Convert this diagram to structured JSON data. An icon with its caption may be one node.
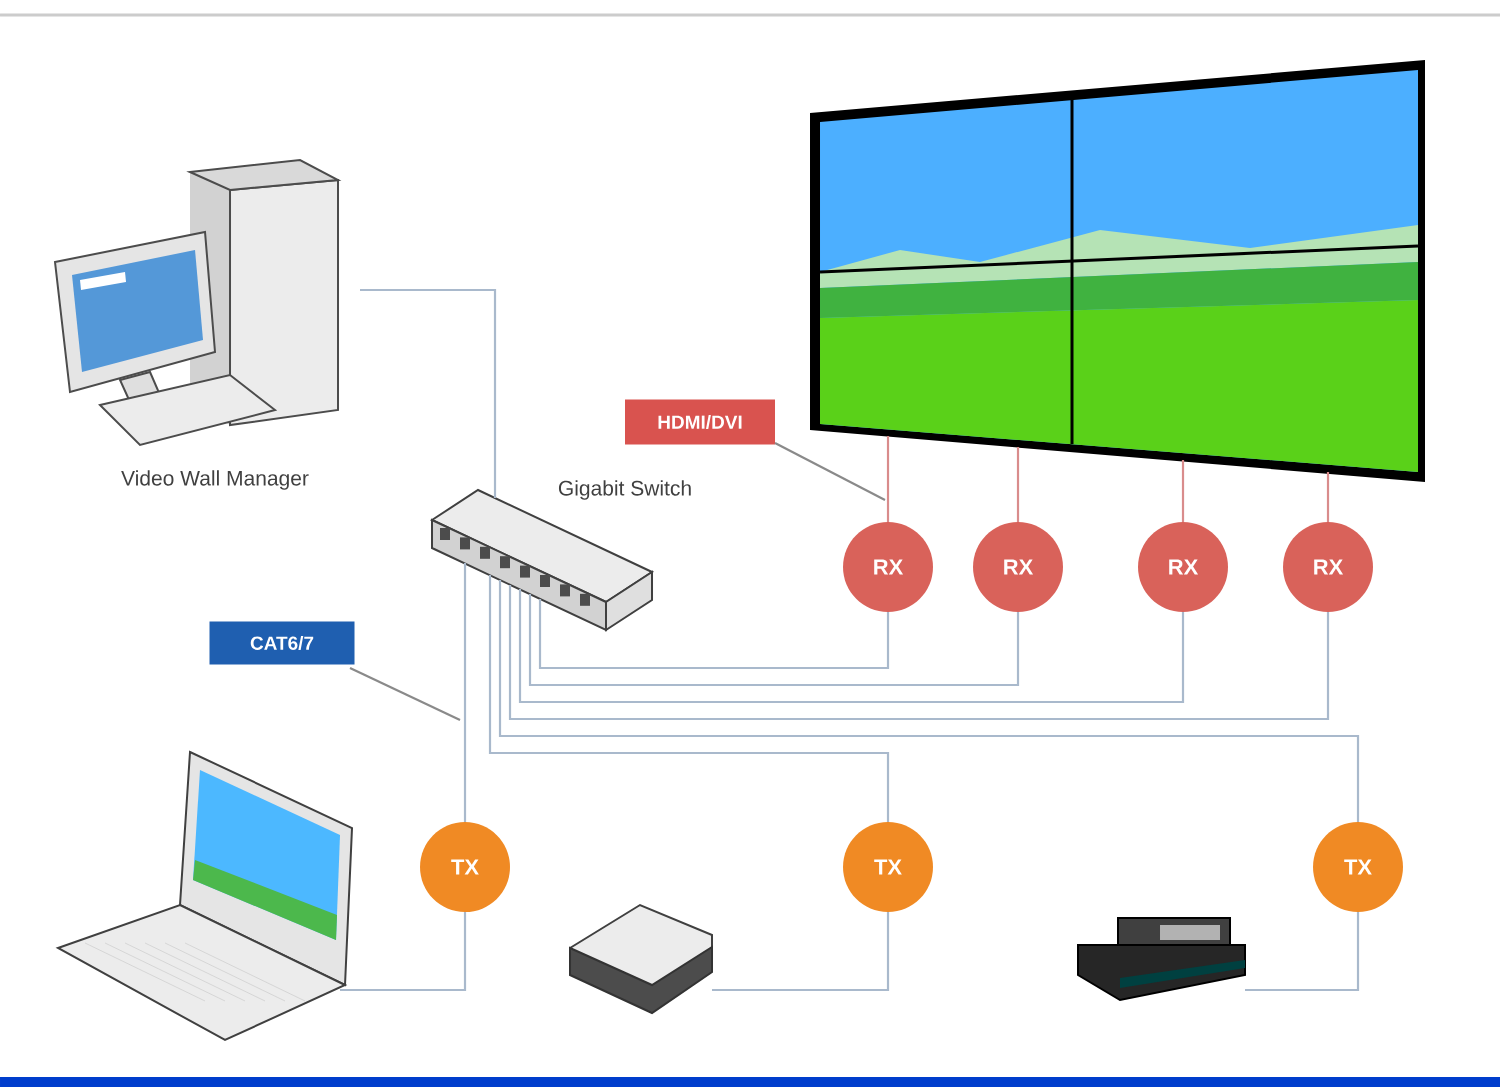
{
  "diagram": {
    "nodes": [
      {
        "text": [],
        "shape": "picture",
        "beside": [
          "Video Wall Manager"
        ]
      },
      {
        "text": [],
        "shape": "picture",
        "beside": [
          "Gigabit Switch"
        ]
      },
      {
        "text": [],
        "shape": "picture"
      },
      {
        "text": [
          "RX"
        ]
      },
      {
        "text": [
          "RX"
        ]
      },
      {
        "text": [
          "RX"
        ]
      },
      {
        "text": [
          "RX"
        ]
      },
      {
        "text": [
          "TX"
        ]
      },
      {
        "text": [
          "TX"
        ]
      },
      {
        "text": [
          "TX"
        ]
      },
      {
        "text": [],
        "shape": "picture"
      },
      {
        "text": [],
        "shape": "picture"
      },
      {
        "text": [],
        "shape": "picture"
      },
      {
        "text": [
          "HDMI/DVI"
        ]
      },
      {
        "text": [
          "CAT6/7"
        ]
      }
    ],
    "edges": [
      {
        "from": 0,
        "to": 1,
        "arrow": "none"
      },
      {
        "from": 1,
        "to": 3,
        "arrow": "none"
      },
      {
        "from": 1,
        "to": 4,
        "arrow": "none"
      },
      {
        "from": 1,
        "to": 5,
        "arrow": "none"
      },
      {
        "from": 1,
        "to": 6,
        "arrow": "none"
      },
      {
        "from": 1,
        "to": 7,
        "arrow": "none"
      },
      {
        "from": 1,
        "to": 8,
        "arrow": "none"
      },
      {
        "from": 1,
        "to": 9,
        "arrow": "none"
      },
      {
        "from": 2,
        "to": 3,
        "arrow": "none",
        "color": "#d98c8c"
      },
      {
        "from": 2,
        "to": 4,
        "arrow": "none",
        "color": "#d98c8c"
      },
      {
        "from": 2,
        "to": 5,
        "arrow": "none",
        "color": "#d98c8c"
      },
      {
        "from": 2,
        "to": 6,
        "arrow": "none",
        "color": "#d98c8c"
      },
      {
        "from": 10,
        "to": 7,
        "arrow": "none"
      },
      {
        "from": 11,
        "to": 8,
        "arrow": "none"
      },
      {
        "from": 12,
        "to": 9,
        "arrow": "none"
      },
      {
        "from": 13,
        "to": null,
        "arrow": "none",
        "color": "#8a8a8a"
      },
      {
        "from": 14,
        "to": null,
        "arrow": "none",
        "color": "#8a8a8a"
      }
    ]
  }
}
